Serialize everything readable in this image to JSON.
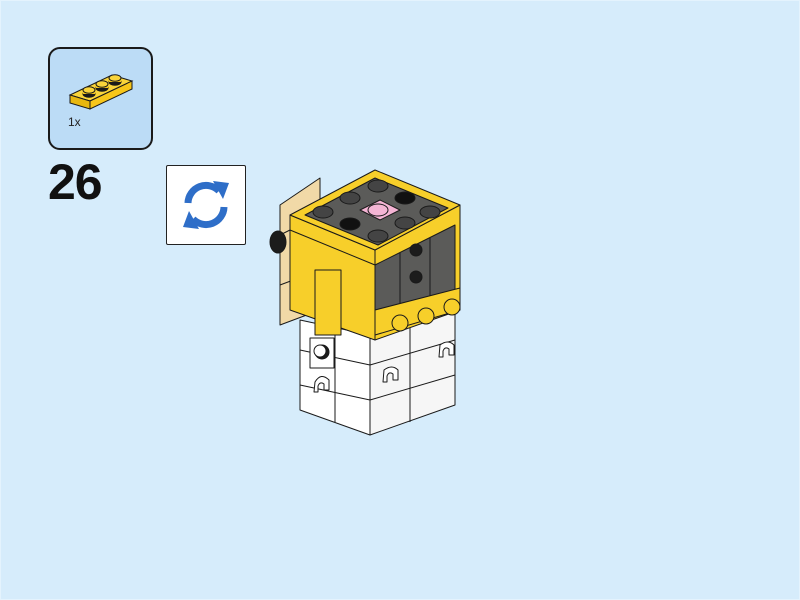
{
  "page": {
    "background": "#d6ecfb"
  },
  "parts_callout": {
    "background": "#bcdcf6",
    "parts": [
      {
        "name": "Plate 1x3",
        "color": "Bright Yellow",
        "color_hex": "#f7c61a",
        "quantity_label": "1x"
      }
    ]
  },
  "step": {
    "number": "26"
  },
  "rotate_indicator": {
    "icon": "rotate-icon",
    "color": "#2e6ec8"
  },
  "model": {
    "description": "BrickHeadz figure: yellow head with dark gray top, tan side, white body with clips",
    "colors": {
      "yellow": "#f7cf2a",
      "dark_gray": "#5b5b59",
      "tan": "#f1d9a7",
      "white": "#ffffff",
      "pink": "#f4b4d4",
      "black": "#1c1c1c"
    }
  }
}
